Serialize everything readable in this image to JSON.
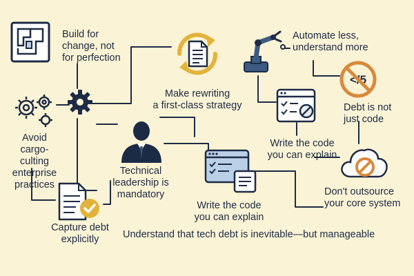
{
  "nodes": {
    "build_for_change": "Build for\nchange, not\nfor perfection",
    "make_rewriting": "Make rewriting\na first-class strategy",
    "automate_less": "Automate less,\nunderstand more",
    "debt_not_code": "Debt is not\njust code",
    "avoid_cargo": "Avoid\ncargo-culting\nenterprise\npractices",
    "technical_leadership": "Technical\nleadership is\nmandatory",
    "write_code_right": "Write the code\nyou can explain",
    "write_code_center": "Write the code\nyou can explain",
    "dont_outsource": "Don't outsource\nyour core system",
    "capture_debt": "Capture debt\nexplicitly"
  },
  "footer": "Understand that tech debt is inevitable—but manageable",
  "icons": {
    "blueprint": "blueprint-icon",
    "gear": "gear-icon",
    "gears": "gears-icon",
    "document_cycle": "document-cycle-icon",
    "robot_arm": "robot-arm-icon",
    "no_code": "no-code-icon",
    "checklist_window": "checklist-window-icon",
    "leader": "leader-icon",
    "code_window": "code-window-icon",
    "cloud_blocked": "cloud-blocked-icon",
    "document_check": "document-check-icon"
  },
  "colors": {
    "background": "#fbf3d5",
    "navy": "#1c2b45",
    "blue": "#3d5a80",
    "light_blue": "#b9d0e6",
    "gold": "#e2b33c",
    "orange": "#d88a3c"
  }
}
